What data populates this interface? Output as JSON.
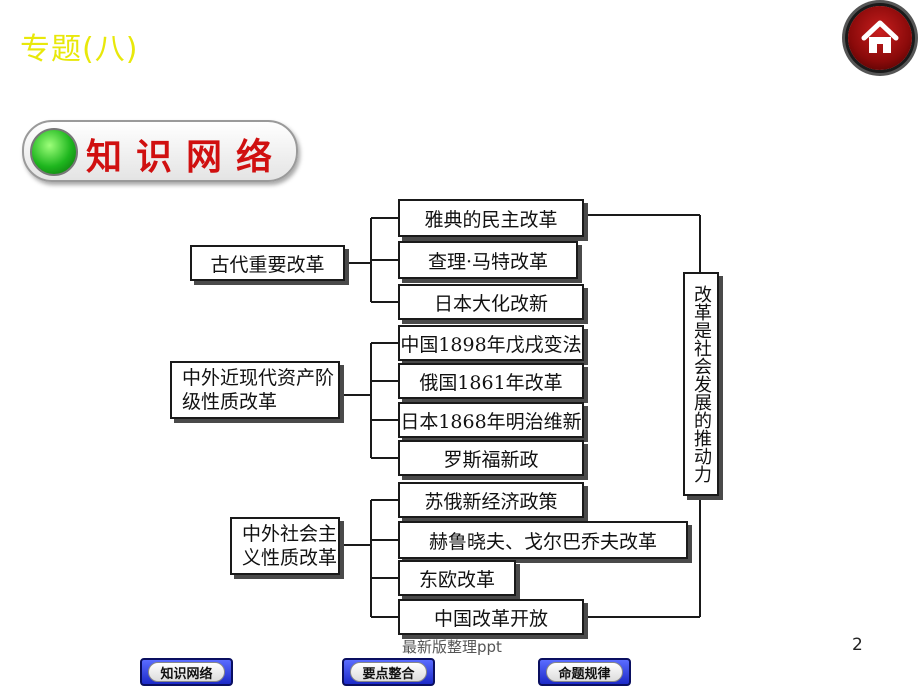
{
  "header": {
    "title": "专题(八)"
  },
  "section": {
    "label": "知识网络"
  },
  "diagram": {
    "categories": [
      {
        "label": "古代重要改革"
      },
      {
        "label": "中外近现代资产阶级性质改革"
      },
      {
        "label": "中外社会主义性质改革"
      }
    ],
    "items": [
      "雅典的民主改革",
      "查理·马特改革",
      "日本大化改新",
      "中国1898年戊戌变法",
      "俄国1861年改革",
      "日本1868年明治维新",
      "罗斯福新政",
      "苏俄新经济政策",
      "赫鲁晓夫、戈尔巴乔夫改革",
      "东欧改革",
      "中国改革开放"
    ],
    "conclusion": "改革是社会发展的推动力"
  },
  "footer": {
    "text": "最新版整理ppt",
    "page": "2"
  },
  "nav": {
    "btn1": "知识网络",
    "btn2": "要点整合",
    "btn3": "命题规律"
  },
  "colors": {
    "title": "#e8e80a",
    "banner_text": "#d01010",
    "nav": "#1c2ac8"
  }
}
